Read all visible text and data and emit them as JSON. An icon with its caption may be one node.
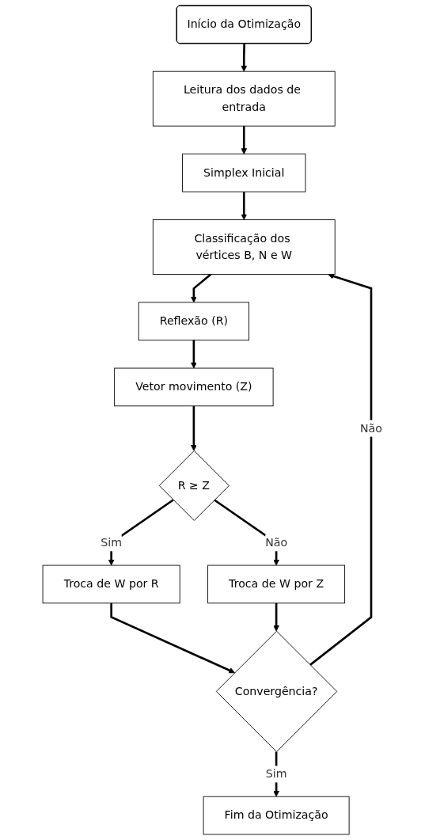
{
  "diagram": {
    "nodes": [
      {
        "text": [
          "Início da Otimização"
        ]
      },
      {
        "text": [
          "Leitura dos dados de entrada"
        ]
      },
      {
        "text": [
          "Simplex Inicial"
        ]
      },
      {
        "text": [
          "Classificação dos vértices B, N e W"
        ]
      },
      {
        "text": [
          "Reflexão (R)"
        ]
      },
      {
        "text": [
          "Vetor movimento (Z)"
        ]
      },
      {
        "text": [
          "R ≥ Z"
        ]
      },
      {
        "text": [
          "Troca de W por R"
        ]
      },
      {
        "text": [
          "Troca de W por Z"
        ]
      },
      {
        "text": [
          "Convergência?"
        ]
      },
      {
        "text": [
          "Fim da Otimização"
        ]
      }
    ],
    "edges": [
      {
        "from": 0,
        "to": 1,
        "arrow": "to"
      },
      {
        "from": 1,
        "to": 2,
        "arrow": "to"
      },
      {
        "from": 2,
        "to": 3,
        "arrow": "to"
      },
      {
        "from": 3,
        "to": 4,
        "arrow": "to"
      },
      {
        "from": 4,
        "to": 5,
        "arrow": "to"
      },
      {
        "from": 5,
        "to": 6,
        "arrow": "to"
      },
      {
        "from": 6,
        "to": 7,
        "label": "Sim",
        "arrow": "to"
      },
      {
        "from": 6,
        "to": 8,
        "label": "Não",
        "arrow": "to"
      },
      {
        "from": 7,
        "to": 9,
        "arrow": "to"
      },
      {
        "from": 8,
        "to": 9,
        "arrow": "to"
      },
      {
        "from": 9,
        "to": 3,
        "label": "Não",
        "arrow": "to"
      },
      {
        "from": 9,
        "to": 10,
        "label": "Sim",
        "arrow": "to"
      }
    ]
  }
}
